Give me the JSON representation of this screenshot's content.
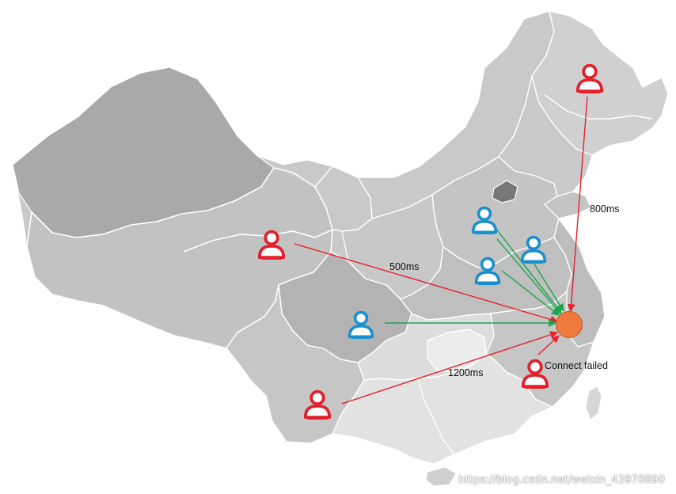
{
  "labels": {
    "latency_north": "800ms",
    "latency_west": "500ms",
    "latency_southwest": "1200ms",
    "connect_failed": "Connect failed"
  },
  "watermark": "https://blog.csdn.net/weixin_43970890",
  "colors": {
    "remote_user": "#e2202a",
    "nearby_user": "#1a8fd0",
    "server": "#f0793c",
    "long_link": "#e8202a",
    "short_link": "#1aa64a",
    "map_region": "#c9c9c9",
    "map_border": "#ffffff"
  },
  "icons": {
    "remote_user": "person-icon-red",
    "nearby_user": "person-icon-blue",
    "server": "server-node-circle"
  }
}
